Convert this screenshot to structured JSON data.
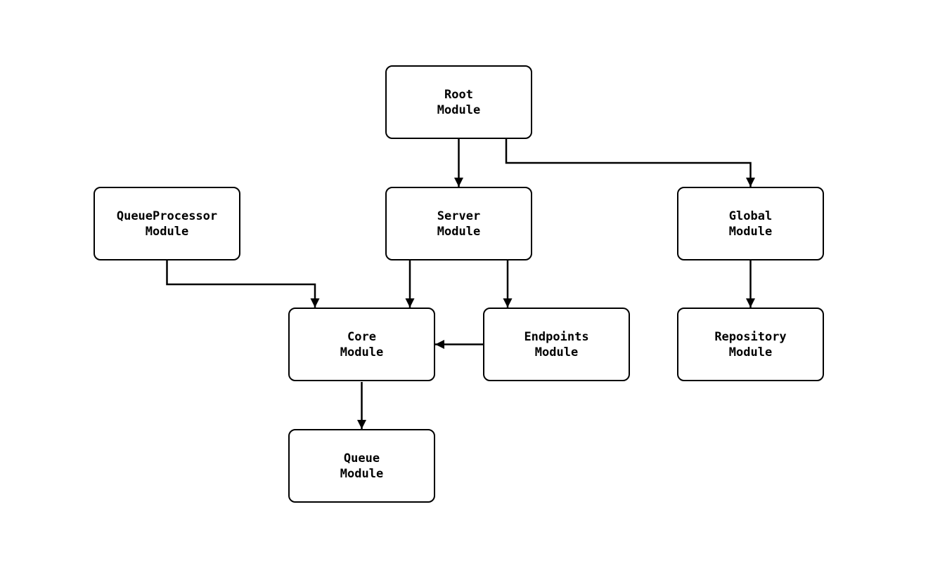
{
  "diagram": {
    "nodes": {
      "root": {
        "label": "Root\nModule"
      },
      "queueprocessor": {
        "label": "QueueProcessor\nModule"
      },
      "server": {
        "label": "Server\nModule"
      },
      "global": {
        "label": "Global\nModule"
      },
      "core": {
        "label": "Core\nModule"
      },
      "endpoints": {
        "label": "Endpoints\nModule"
      },
      "repository": {
        "label": "Repository\nModule"
      },
      "queue": {
        "label": "Queue\nModule"
      }
    },
    "edges": [
      {
        "from": "Root Module",
        "to": "Server Module"
      },
      {
        "from": "Root Module",
        "to": "Global Module"
      },
      {
        "from": "QueueProcessor Module",
        "to": "Core Module"
      },
      {
        "from": "Server Module",
        "to": "Core Module"
      },
      {
        "from": "Server Module",
        "to": "Endpoints Module"
      },
      {
        "from": "Endpoints Module",
        "to": "Core Module"
      },
      {
        "from": "Global Module",
        "to": "Repository Module"
      },
      {
        "from": "Core Module",
        "to": "Queue Module"
      }
    ],
    "colors": {
      "background": "#ffffff",
      "node_fill": "#ffffff",
      "node_border": "#000000",
      "edge": "#000000",
      "text": "#000000"
    }
  }
}
